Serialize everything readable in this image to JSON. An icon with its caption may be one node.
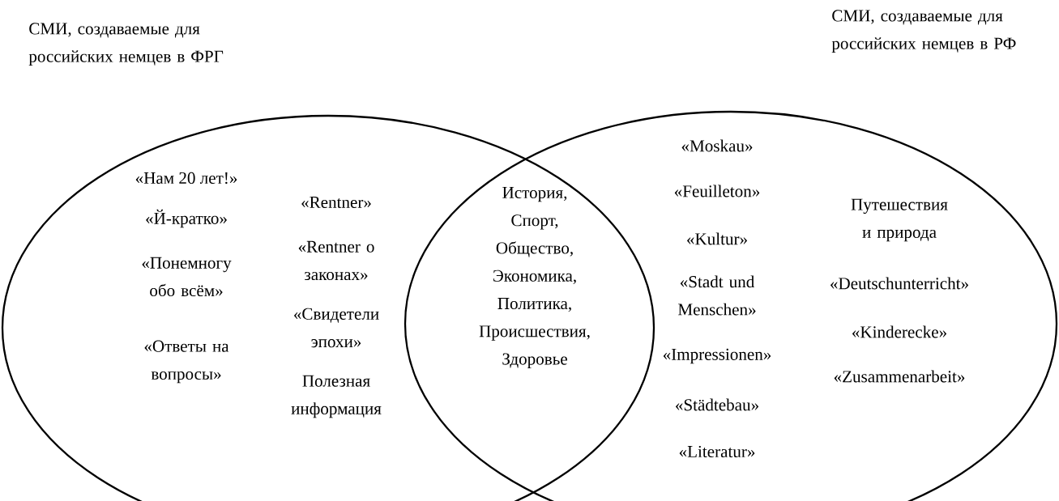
{
  "diagram": {
    "nodes": [
      {
        "text": [
          "«Нам 20 лет!»",
          "«Й-кратко»",
          "«Понемногу обо всём»",
          "«Ответы на вопросы»",
          "«Rentner»",
          "«Rentner о законах»",
          "«Свидетели эпохи»",
          "Полезная информация"
        ],
        "beside": [
          "СМИ, создаваемые для российских немцев в ФРГ"
        ]
      },
      {
        "text": [
          "«Moskau»",
          "«Feuilleton»",
          "«Kultur»",
          "«Stadt und Menschen»",
          "«Impressionen»",
          "«Städtebau»",
          "«Literatur»",
          "Путешествия и природа",
          "«Deutschunterricht»",
          "«Kinderecke»",
          "«Zusammenarbeit»"
        ],
        "beside": [
          "СМИ, создаваемые для российских немцев в РФ"
        ]
      }
    ],
    "labels": [
      "История, Спорт, Общество, Экономика, Политика, Происшествия, Здоровье"
    ]
  }
}
